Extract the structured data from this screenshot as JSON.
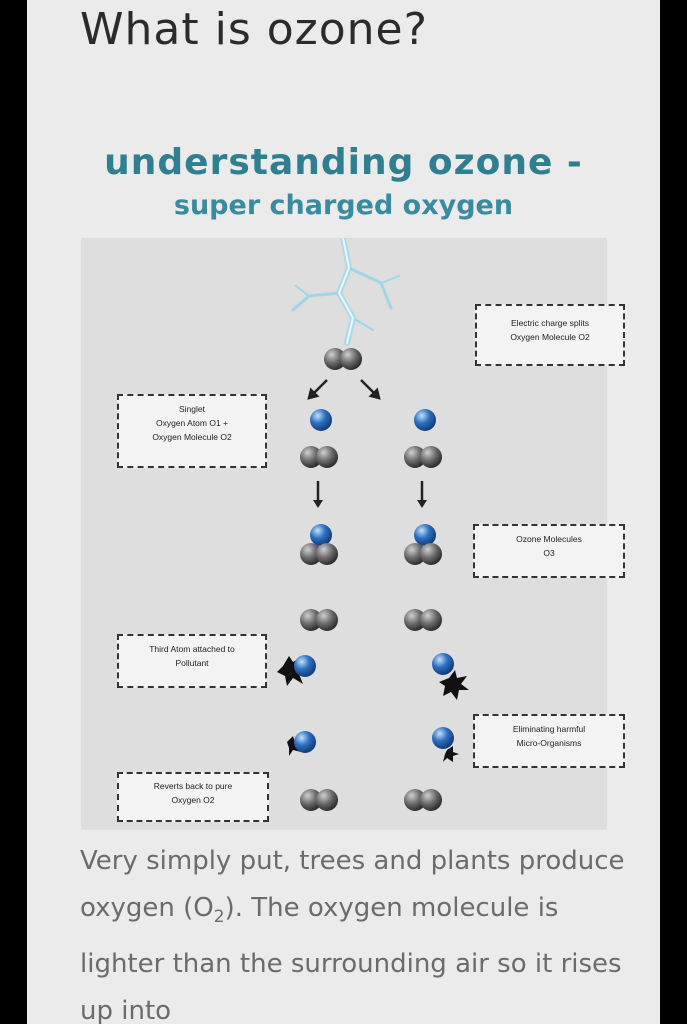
{
  "page": {
    "title": "What is ozone?",
    "infographic_title": "understanding ozone -",
    "infographic_subtitle": "super charged oxygen"
  },
  "diagram": {
    "callouts": {
      "electric": [
        "Electric charge splits",
        "Oxygen Molecule O2"
      ],
      "singlet": [
        "Singlet",
        "Oxygen Atom O1 +",
        "Oxygen Molecule O2"
      ],
      "ozone": [
        "Ozone Molecules",
        "O3"
      ],
      "third_atom": [
        "Third Atom attached to",
        "Pollutant"
      ],
      "eliminating": [
        "Eliminating harmful",
        "Micro-Organisms"
      ],
      "reverts": [
        "Reverts back to pure",
        "Oxygen O2"
      ]
    },
    "colors": {
      "oxygen_gray": "#5a5a5a",
      "singlet_blue": "#2f6fc0",
      "lightning": "#8fd0e8",
      "pollutant": "#111111"
    }
  },
  "body": {
    "text_before_sub": "Very simply put, trees and plants produce oxygen (O",
    "subscript": "2",
    "text_after_sub": "). The oxygen molecule is lighter than the surrounding air so it rises up into"
  }
}
